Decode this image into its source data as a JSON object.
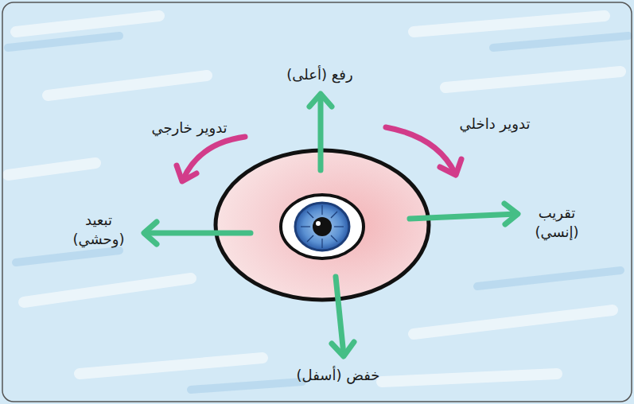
{
  "diagram": {
    "labels": [
      "رفع (أعلى)",
      "تدوير خارجي",
      "تدوير داخلي",
      "تبعيد (وحشي)",
      "تقريب (إنسي)",
      "خفض (أسفل)"
    ]
  }
}
